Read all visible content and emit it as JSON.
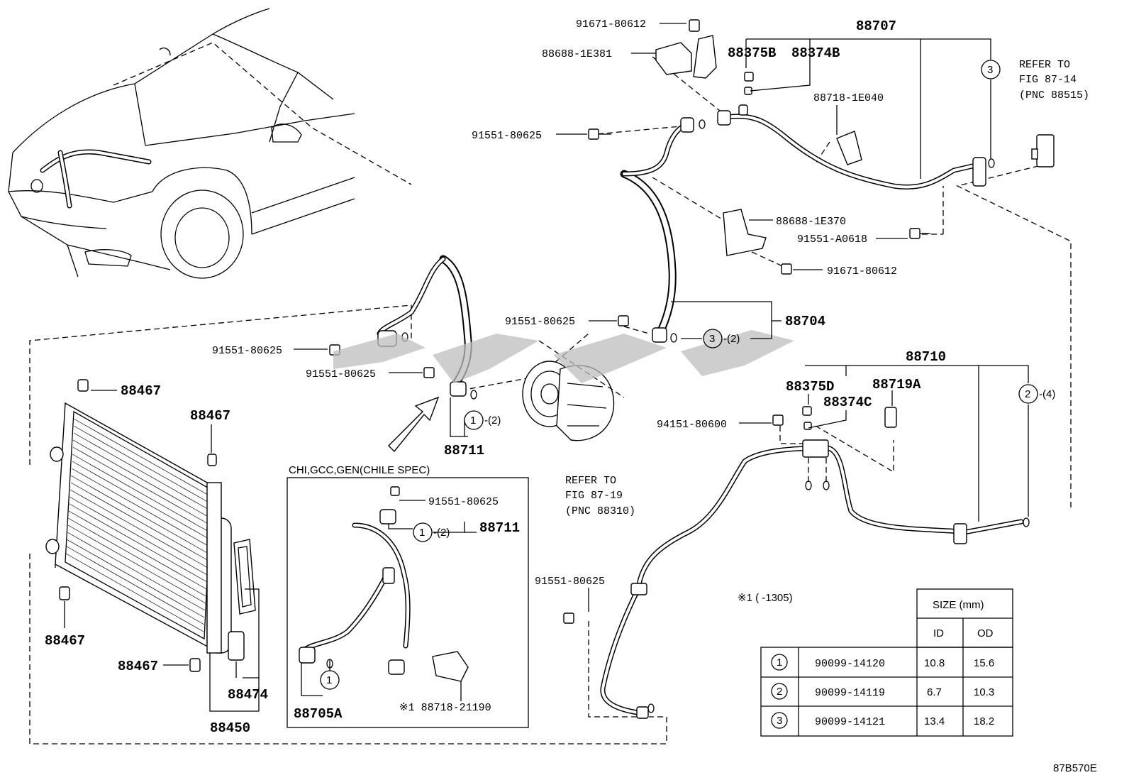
{
  "figure_code": "87B570E",
  "inset_title": "CHI,GCC,GEN(CHILE SPEC)",
  "footnote": "※1 (     -1305)",
  "refers": [
    {
      "line1": "REFER TO",
      "line2": "FIG 87-14",
      "line3": "(PNC 88515)"
    },
    {
      "line1": "REFER TO",
      "line2": "FIG 87-19",
      "line3": "(PNC 88310)"
    }
  ],
  "labels": {
    "p91671_top": "91671-80612",
    "p88688_1e381": "88688-1E381",
    "p88707": "88707",
    "p88375b": "88375B",
    "p88374b": "88374B",
    "p88718_1e040": "88718-1E040",
    "p91551_a": "91551-80625",
    "p88688_1e370": "88688-1E370",
    "p91551_a0618": "91551-A0618",
    "p91671_mid": "91671-80612",
    "p91551_b": "91551-80625",
    "p88704": "88704",
    "p91551_c": "91551-80625",
    "p91551_d": "91551-80625",
    "p88711": "88711",
    "p88467_a": "88467",
    "p88467_b": "88467",
    "p88467_c": "88467",
    "p88467_d": "88467",
    "p88474": "88474",
    "p88450": "88450",
    "p88710": "88710",
    "p88375d": "88375D",
    "p88719a": "88719A",
    "p88374c": "88374C",
    "p94151": "94151-80600",
    "p91551_e": "91551-80625",
    "inset_91551": "91551-80625",
    "inset_88711": "88711",
    "inset_88705a": "88705A",
    "inset_88718": "※1 88718-21190"
  },
  "callouts": {
    "c3_top": "3",
    "c3_mid": "3",
    "c3_mid_qty": "-(2)",
    "c1_88711": "1",
    "c1_88711_qty": "-(2)",
    "c2_88710": "2",
    "c2_88710_qty": "-(4)",
    "c1_inset": "1",
    "c1_inset_qty": "-(2)",
    "c1_inset_b": "1"
  },
  "size_table": {
    "header": "SIZE (mm)",
    "col_id": "ID",
    "col_od": "OD",
    "rows": [
      {
        "ref": "1",
        "part": "90099-14120",
        "id": "10.8",
        "od": "15.6"
      },
      {
        "ref": "2",
        "part": "90099-14119",
        "id": "6.7",
        "od": "10.3"
      },
      {
        "ref": "3",
        "part": "90099-14121",
        "id": "13.4",
        "od": "18.2"
      }
    ]
  }
}
